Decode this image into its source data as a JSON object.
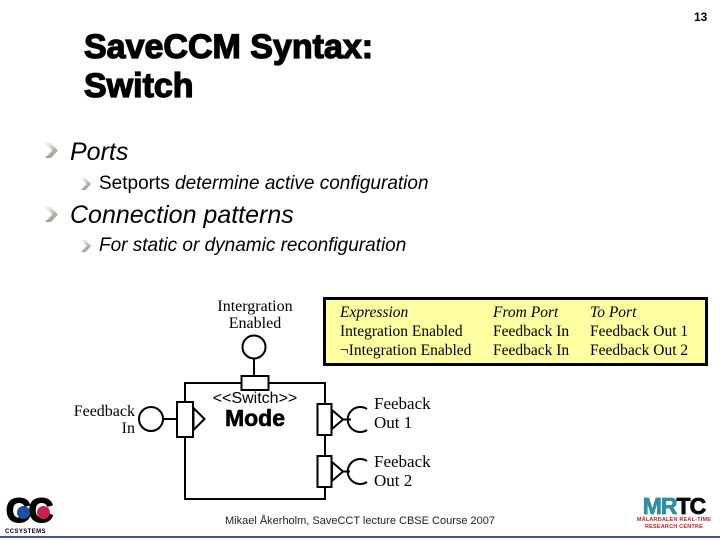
{
  "slide": {
    "page_number": "13",
    "title": {
      "line1": "SaveCCM Syntax:",
      "line2": "Switch"
    },
    "bullets": [
      {
        "level": 1,
        "text": "Ports"
      },
      {
        "level": 2,
        "lead": "Setports ",
        "rest": "determine active configuration"
      },
      {
        "level": 1,
        "text": "Connection patterns"
      },
      {
        "level": 2,
        "lead": "",
        "rest": "For static or dynamic reconfiguration"
      }
    ],
    "footer": "Mikael Åkerholm, SaveCCT lecture CBSE Course 2007"
  },
  "diagram": {
    "top_port_label": {
      "line1": "Intergration",
      "line2": "Enabled"
    },
    "stereotype": "<<Switch>>",
    "component_name": "Mode",
    "in_label": {
      "line1": "Feedback",
      "line2": "In"
    },
    "out1_label": {
      "line1": "Feeback",
      "line2": "Out 1"
    },
    "out2_label": {
      "line1": "Feeback",
      "line2": "Out 2"
    }
  },
  "table": {
    "headers": [
      "Expression",
      "From Port",
      "To Port"
    ],
    "rows": [
      [
        "Integration Enabled",
        "Feedback In",
        "Feedback Out 1"
      ],
      [
        "¬Integration Enabled",
        "Feedback In",
        "Feedback Out 2"
      ]
    ]
  },
  "logos": {
    "ccsystems": {
      "letter": "C",
      "text": "CCSYSTEMS"
    },
    "mrtc": {
      "mr": "MR",
      "tc": "TC",
      "sub1": "MÄLARDALEN REAL-TIME",
      "sub2": "RESEARCH CENTRE"
    }
  },
  "colors": {
    "table_background": "#feffa0",
    "mrtc_teal": "#2e8fa3",
    "mrtc_red": "#c22222",
    "cc_blue_dot": "#1f4f9f",
    "cc_red_dot": "#cf1f4e",
    "bottom_rule_blue": "#4553a5"
  }
}
